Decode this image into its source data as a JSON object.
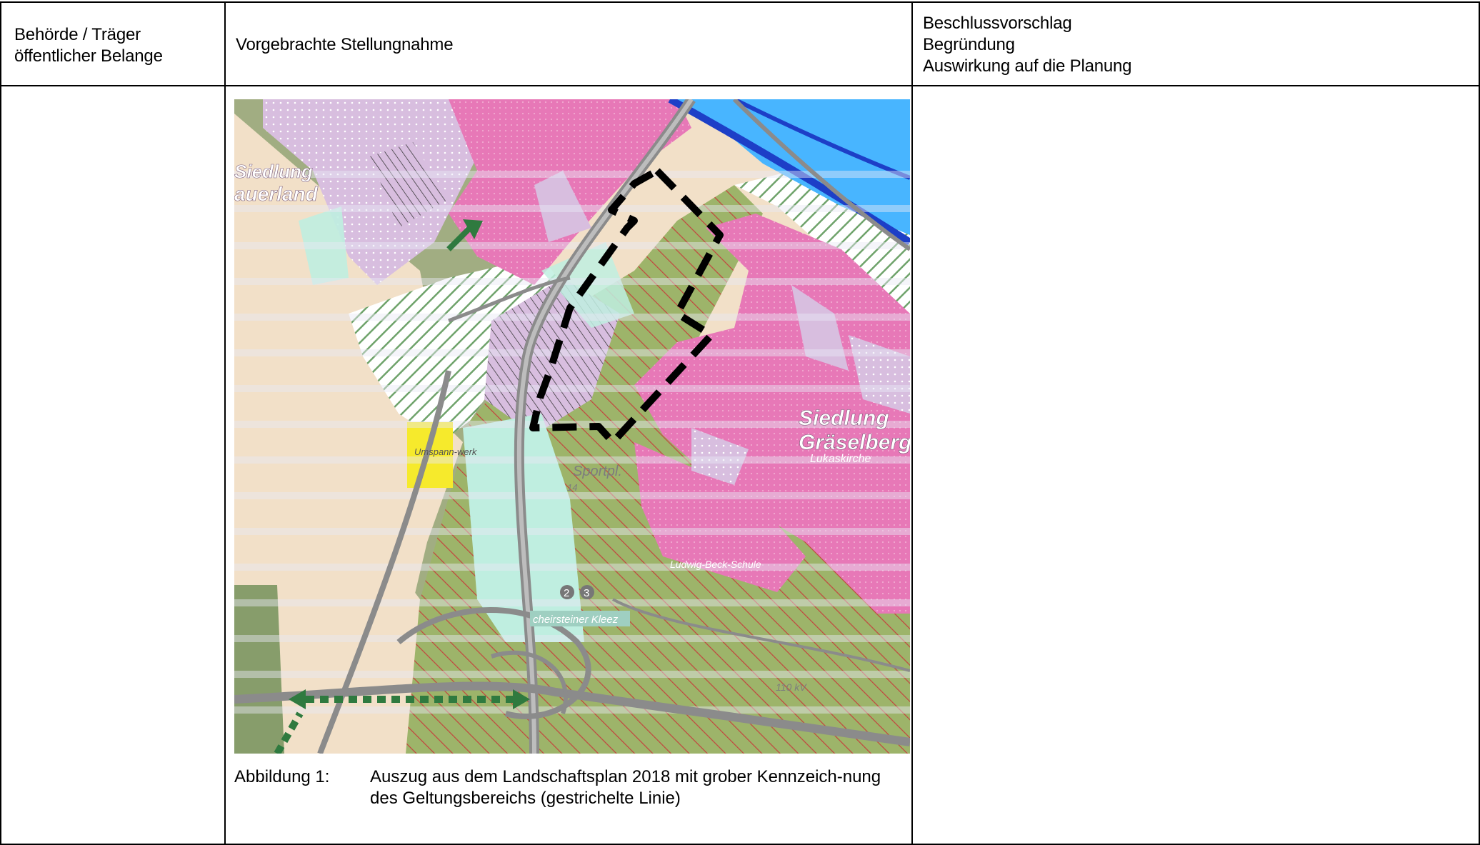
{
  "table": {
    "headers": {
      "col1": [
        "Behörde / Träger",
        "öffentlicher Belange"
      ],
      "col2": "Vorgebrachte Stellungnahme",
      "col3": [
        "Beschlussvorschlag",
        "Begründung",
        "Auswirkung auf die Planung"
      ]
    }
  },
  "figure": {
    "caption_label": "Abbildung 1:",
    "caption_text": "Auszug aus dem Landschaftsplan 2018 mit grober Kennzeich-nung des Geltungsbereichs (gestrichelte Linie)",
    "map_labels": {
      "siedlung": "Siedlung",
      "graeselberg": "Gräselberg",
      "sportpl": "Sportpl.",
      "kleez": "cheirsteiner Kleez",
      "umspannwerk": "Umspann-werk",
      "ludwig_beck": "Ludwig-Beck-Schule",
      "number_2": "2",
      "number_3": "3",
      "number_14": "14",
      "kv": "110 kV",
      "auerland": "auerland",
      "siedlung_left": "Siedlung",
      "lukaskirche": "Lukaskirche"
    }
  },
  "colors": {
    "pink": "#e778b7",
    "lilac": "#d8bedf",
    "green": "#9db46a",
    "mint": "#bfeee0",
    "beige": "#f2e0c8",
    "yellow": "#f6ea2c",
    "blue": "#1e73d8"
  }
}
